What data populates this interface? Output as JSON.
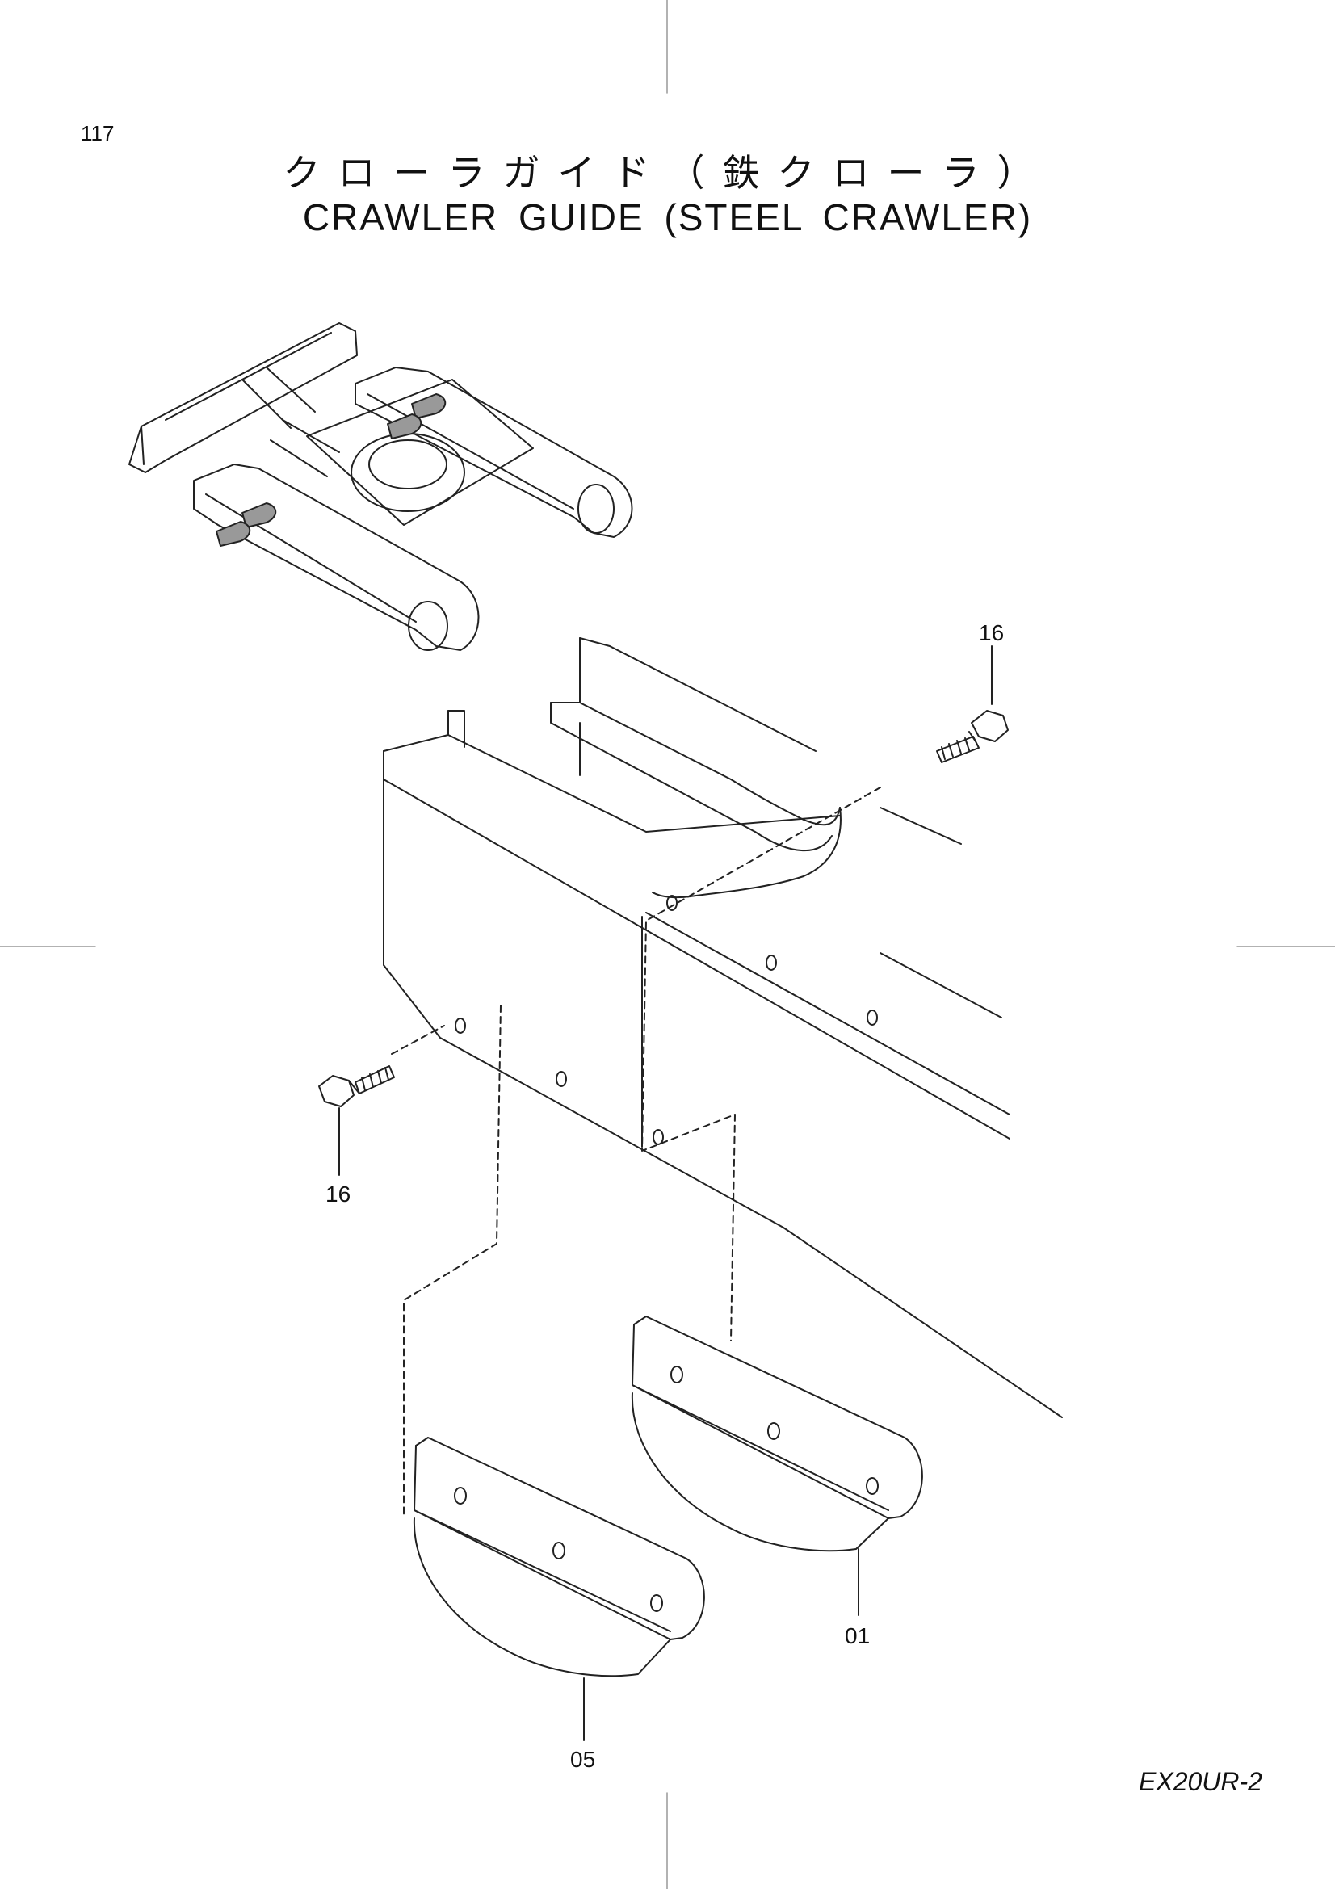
{
  "page_number": "117",
  "title_jp": "クローラガイド（鉄クローラ）",
  "title_en": "CRAWLER GUIDE (STEEL CRAWLER)",
  "callouts": {
    "bolt_upper": "16",
    "bolt_lower": "16",
    "guide_right": "01",
    "guide_left": "05"
  },
  "model": "EX20UR-2"
}
